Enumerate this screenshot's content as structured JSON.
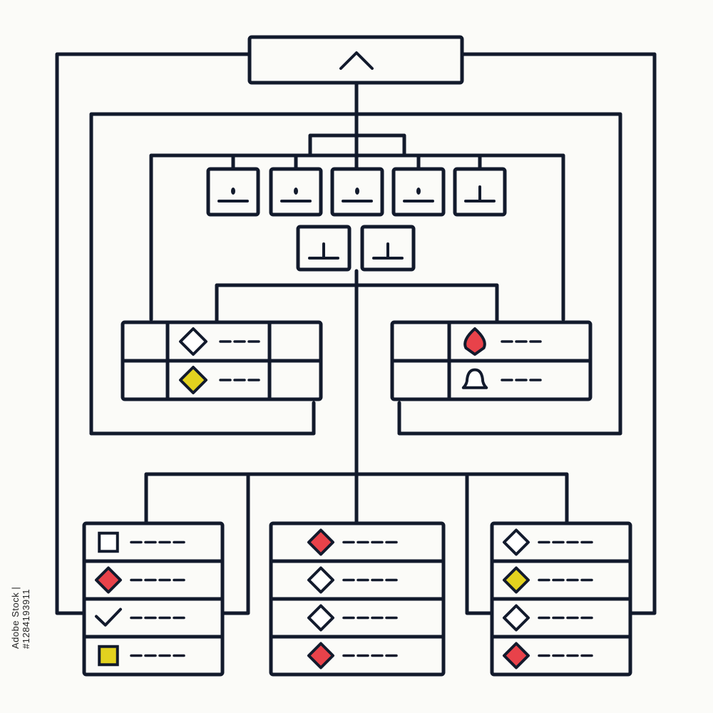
{
  "colors": {
    "stroke": "#121a2c",
    "background": "#fbfbf8",
    "red": "#e8424a",
    "yellow": "#e3d21f",
    "white": "#ffffff"
  },
  "diagram": {
    "root": {
      "icon": "chevron-up-icon"
    },
    "sub_nodes_row1": [
      {
        "icon": "person-stand-icon"
      },
      {
        "icon": "person-stand-icon"
      },
      {
        "icon": "person-stand-icon"
      },
      {
        "icon": "person-stand-icon"
      },
      {
        "icon": "t-stand-icon"
      }
    ],
    "sub_nodes_row2": [
      {
        "icon": "t-stand-icon"
      },
      {
        "icon": "t-stand-icon"
      }
    ],
    "mid_tables": {
      "left": [
        {
          "icon": "diamond-icon",
          "fill": "white"
        },
        {
          "icon": "diamond-icon",
          "fill": "yellow"
        }
      ],
      "right": [
        {
          "icon": "rounded-diamond-icon",
          "fill": "red"
        },
        {
          "icon": "bell-icon",
          "fill": "white"
        }
      ]
    },
    "bottom_lists": [
      [
        {
          "icon": "square-icon",
          "fill": "white"
        },
        {
          "icon": "diamond-icon",
          "fill": "red"
        },
        {
          "icon": "checkmark-icon",
          "fill": "none"
        },
        {
          "icon": "square-icon",
          "fill": "yellow"
        }
      ],
      [
        {
          "icon": "diamond-icon",
          "fill": "red"
        },
        {
          "icon": "diamond-icon",
          "fill": "white"
        },
        {
          "icon": "diamond-icon",
          "fill": "white"
        },
        {
          "icon": "diamond-icon",
          "fill": "red"
        }
      ],
      [
        {
          "icon": "diamond-icon",
          "fill": "white"
        },
        {
          "icon": "diamond-icon",
          "fill": "yellow"
        },
        {
          "icon": "diamond-icon",
          "fill": "white"
        },
        {
          "icon": "diamond-icon",
          "fill": "red"
        }
      ]
    ]
  },
  "stock_id": "Adobe Stock | #1284193911"
}
